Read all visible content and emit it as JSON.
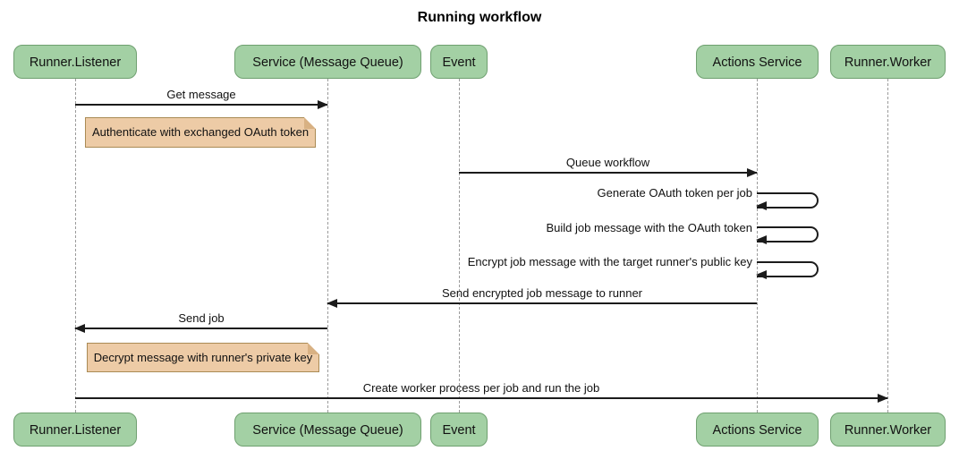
{
  "title": "Running workflow",
  "participants": [
    {
      "label": "Runner.Listener"
    },
    {
      "label": "Service (Message Queue)"
    },
    {
      "label": "Event"
    },
    {
      "label": "Actions Service"
    },
    {
      "label": "Runner.Worker"
    }
  ],
  "messages": [
    {
      "label": "Get message",
      "from": "Runner.Listener",
      "to": "Service (Message Queue)",
      "kind": "solid-arrow"
    },
    {
      "label": "Queue workflow",
      "from": "Event",
      "to": "Actions Service",
      "kind": "solid-arrow"
    },
    {
      "label": "Generate OAuth token per job",
      "from": "Actions Service",
      "to": "Actions Service",
      "kind": "self-loop"
    },
    {
      "label": "Build job message with the OAuth token",
      "from": "Actions Service",
      "to": "Actions Service",
      "kind": "self-loop"
    },
    {
      "label": "Encrypt job message with the target runner's public key",
      "from": "Actions Service",
      "to": "Actions Service",
      "kind": "self-loop"
    },
    {
      "label": "Send encrypted job message to runner",
      "from": "Actions Service",
      "to": "Service (Message Queue)",
      "kind": "solid-arrow"
    },
    {
      "label": "Send job",
      "from": "Service (Message Queue)",
      "to": "Runner.Listener",
      "kind": "solid-arrow"
    },
    {
      "label": "Create worker process per job and run the job",
      "from": "Runner.Listener",
      "to": "Runner.Worker",
      "kind": "solid-arrow"
    }
  ],
  "notes": [
    {
      "label": "Authenticate with exchanged OAuth token",
      "over": "Runner.Listener"
    },
    {
      "label": "Decrypt message with runner's private key",
      "over": "Runner.Listener"
    }
  ],
  "colors": {
    "participant_fill": "#A3D0A4",
    "participant_border": "#6FA070",
    "note_fill": "#EDCBA6",
    "note_border": "#AA8B55",
    "lifeline": "#9B9B9B",
    "arrow": "#1B1B1B",
    "text": "#111111",
    "background": "#FFFFFF"
  }
}
